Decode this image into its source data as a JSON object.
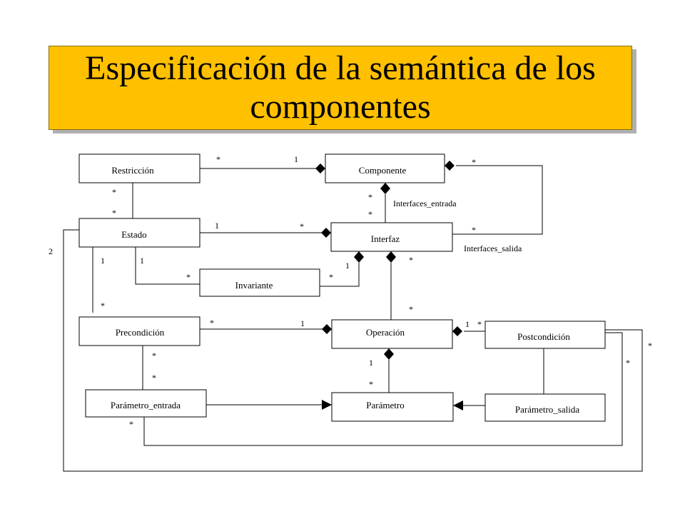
{
  "title": "Especificación de la semántica de los componentes",
  "classes": {
    "restriccion": "Restricción",
    "componente": "Componente",
    "estado": "Estado",
    "interfaz": "Interfaz",
    "invariante": "Invariante",
    "precondicion": "Precondición",
    "operacion": "Operación",
    "postcondicion": "Postcondición",
    "parametro_entrada": "Parámetro_entrada",
    "parametro": "Parámetro",
    "parametro_salida": "Parámetro_salida"
  },
  "roles": {
    "interfaces_entrada": "Interfaces_entrada",
    "interfaces_salida": "Interfaces_salida"
  },
  "mult": {
    "restr_comp_left": "*",
    "restr_comp_right": "1",
    "comp_self_top": "*",
    "restr_estado_top": "*",
    "restr_estado_bottom": "*",
    "comp_entrada": "*",
    "interfaz_entrada": "*",
    "estado_interfaz_left": "1",
    "estado_interfaz_right": "*",
    "interfaz_salida": "*",
    "outer_left": "2",
    "estado_prec": "1",
    "estado_inv": "1",
    "interfaz_inv": "1",
    "interfaz_op_top": "*",
    "inv_left": "*",
    "inv_right": "*",
    "prec_top": "*",
    "interfaz_op_bottom": "*",
    "prec_op_left": "*",
    "prec_op_right": "1",
    "op_post_left": "1",
    "op_post_right": "*",
    "outer_right_far": "*",
    "prec_pe_top": "*",
    "op_param_top": "1",
    "post_right": "*",
    "prec_pe_bottom": "*",
    "op_param_bottom": "*",
    "pe_bottom": "*"
  }
}
